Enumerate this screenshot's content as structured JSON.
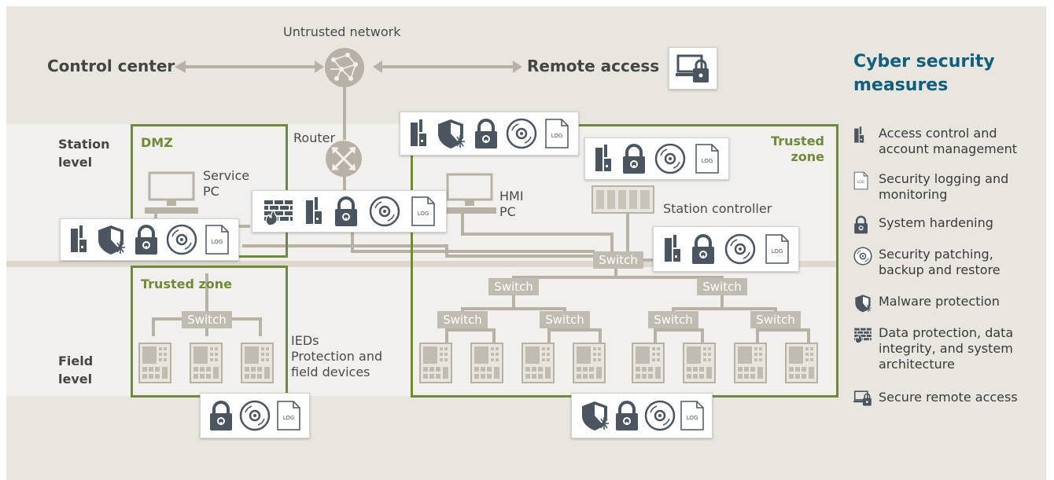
{
  "title": {
    "line1": "Cyber security",
    "line2": "measures"
  },
  "network": {
    "untrusted": "Untrusted network",
    "control_center": "Control center",
    "remote_access": "Remote access",
    "router": "Router"
  },
  "levels": {
    "station": "Station level",
    "field": "Field level"
  },
  "zones": {
    "dmz": "DMZ",
    "trusted_right": "Trusted zone",
    "trusted_left": "Trusted zone"
  },
  "devices": {
    "service_pc": "Service PC",
    "hmi_pc": "HMI PC",
    "station_controller": "Station controller",
    "ieds": "IEDs",
    "ieds_desc": "Protection and field devices",
    "switch": "Switch"
  },
  "log_label": "LOG",
  "legend": [
    {
      "icon": "access-control-icon",
      "text": "Access control and account management"
    },
    {
      "icon": "log-icon",
      "text": "Security logging and monitoring"
    },
    {
      "icon": "lock-icon",
      "text": "System hardening"
    },
    {
      "icon": "disc-icon",
      "text": "Security patching, backup and restore"
    },
    {
      "icon": "shield-icon",
      "text": "Malware protection"
    },
    {
      "icon": "firewall-icon",
      "text": "Data protection, data integrity, and system architecture"
    },
    {
      "icon": "remote-access-icon",
      "text": "Secure remote access"
    }
  ],
  "colors": {
    "accent_green": "#6f8a3b",
    "title_blue": "#0f5f7d",
    "background": "#e9e6df",
    "lines": "#b8b2a6",
    "switch": "#c1bcb2",
    "icon": "#4a5560"
  }
}
